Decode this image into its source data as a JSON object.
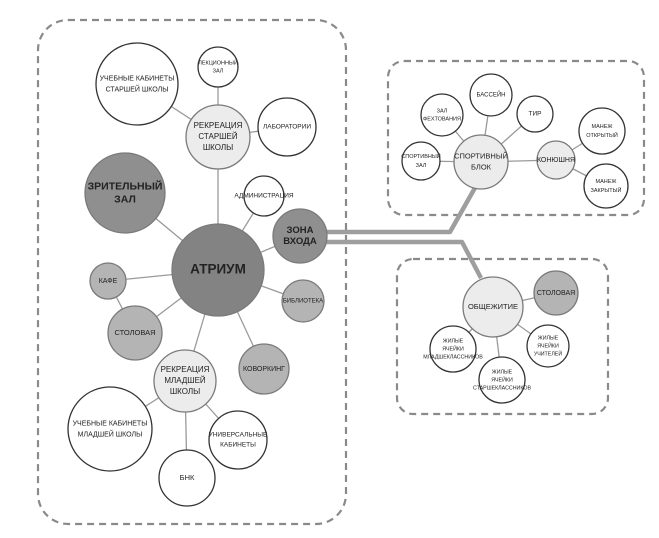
{
  "colors": {
    "white": "#ffffff",
    "light": "#ececec",
    "mid": "#b4b4b4",
    "dark": "#8f8f8f",
    "darkest": "#838383",
    "stroke": "#7a7a7a"
  },
  "nodes": [
    {
      "id": "atrium",
      "lines": [
        "АТРИУМ"
      ]
    },
    {
      "id": "zona-vhoda",
      "lines": [
        "ЗОНА",
        "ВХОДА"
      ]
    },
    {
      "id": "zritelny-zal",
      "lines": [
        "ЗРИТЕЛЬНЫЙ",
        "ЗАЛ"
      ]
    },
    {
      "id": "rekreaciya-starshey",
      "lines": [
        "РЕКРЕАЦИЯ",
        "СТАРШЕЙ",
        "ШКОЛЫ"
      ]
    },
    {
      "id": "uchebnye-starshey",
      "lines": [
        "УЧЕБНЫЕ КАБИНЕТЫ",
        "СТАРШЕЙ ШКОЛЫ"
      ]
    },
    {
      "id": "lekcionny-zal",
      "lines": [
        "ЛЕКЦИОННЫЙ",
        "ЗАЛ"
      ]
    },
    {
      "id": "laboratorii",
      "lines": [
        "ЛАБОРАТОРИИ"
      ]
    },
    {
      "id": "administraciya",
      "lines": [
        "АДМИНИСТРАЦИЯ"
      ]
    },
    {
      "id": "kafe",
      "lines": [
        "КАФЕ"
      ]
    },
    {
      "id": "stolovaya-school",
      "lines": [
        "СТОЛОВАЯ"
      ]
    },
    {
      "id": "biblioteka",
      "lines": [
        "БИБЛИОТЕКА"
      ]
    },
    {
      "id": "kovorking",
      "lines": [
        "КОВОРКИНГ"
      ]
    },
    {
      "id": "rekreaciya-mladshey",
      "lines": [
        "РЕКРЕАЦИЯ",
        "МЛАДШЕЙ",
        "ШКОЛЫ"
      ]
    },
    {
      "id": "uchebnye-mladshey",
      "lines": [
        "УЧЕБНЫЕ КАБИНЕТЫ",
        "МЛАДШЕЙ ШКОЛЫ"
      ]
    },
    {
      "id": "bnk",
      "lines": [
        "БНК"
      ]
    },
    {
      "id": "universalnye",
      "lines": [
        "УНИВЕРСАЛЬНЫЕ",
        "КАБИНЕТЫ"
      ]
    },
    {
      "id": "sportivny-blok",
      "lines": [
        "СПОРТИВНЫЙ",
        "БЛОК"
      ]
    },
    {
      "id": "zal-fehtovaniya",
      "lines": [
        "ЗАЛ",
        "ФЕХТОВАНИЯ"
      ]
    },
    {
      "id": "basseyn",
      "lines": [
        "БАССЕЙН"
      ]
    },
    {
      "id": "tir",
      "lines": [
        "ТИР"
      ]
    },
    {
      "id": "sportivny-zal",
      "lines": [
        "СПОРТИВНЫЙ",
        "ЗАЛ"
      ]
    },
    {
      "id": "konyushnya",
      "lines": [
        "КОНЮШНЯ"
      ]
    },
    {
      "id": "manezh-otkryty",
      "lines": [
        "МАНЕЖ",
        "ОТКРЫТЫЙ"
      ]
    },
    {
      "id": "manezh-zakryty",
      "lines": [
        "МАНЕЖ",
        "ЗАКРЫТЫЙ"
      ]
    },
    {
      "id": "obshchezhitie",
      "lines": [
        "ОБЩЕЖИТИЕ"
      ]
    },
    {
      "id": "stolovaya-dorm",
      "lines": [
        "СТОЛОВАЯ"
      ]
    },
    {
      "id": "yacheyki-mladshe",
      "lines": [
        "ЖИЛЫЕ",
        "ЯЧЕЙКИ",
        "МЛАДШЕКЛАССНИКОВ"
      ]
    },
    {
      "id": "yacheyki-starshe",
      "lines": [
        "ЖИЛЫЕ",
        "ЯЧЕЙКИ",
        "СТАРШЕКЛАССНИКОВ"
      ]
    },
    {
      "id": "yacheyki-uchiteley",
      "lines": [
        "ЖИЛЫЕ",
        "ЯЧЕЙКИ",
        "УЧИТЕЛЕЙ"
      ]
    }
  ],
  "links": [
    [
      "atrium",
      "zona-vhoda"
    ],
    [
      "atrium",
      "zritelny-zal"
    ],
    [
      "atrium",
      "rekreaciya-starshey"
    ],
    [
      "atrium",
      "administraciya"
    ],
    [
      "atrium",
      "kafe"
    ],
    [
      "atrium",
      "stolovaya-school"
    ],
    [
      "atrium",
      "biblioteka"
    ],
    [
      "atrium",
      "kovorking"
    ],
    [
      "atrium",
      "rekreaciya-mladshey"
    ],
    [
      "kafe",
      "stolovaya-school"
    ],
    [
      "rekreaciya-starshey",
      "uchebnye-starshey"
    ],
    [
      "rekreaciya-starshey",
      "lekcionny-zal"
    ],
    [
      "rekreaciya-starshey",
      "laboratorii"
    ],
    [
      "rekreaciya-mladshey",
      "uchebnye-mladshey"
    ],
    [
      "rekreaciya-mladshey",
      "bnk"
    ],
    [
      "rekreaciya-mladshey",
      "universalnye"
    ],
    [
      "sportivny-blok",
      "zal-fehtovaniya"
    ],
    [
      "sportivny-blok",
      "basseyn"
    ],
    [
      "sportivny-blok",
      "tir"
    ],
    [
      "sportivny-blok",
      "sportivny-zal"
    ],
    [
      "sportivny-blok",
      "konyushnya"
    ],
    [
      "konyushnya",
      "manezh-otkryty"
    ],
    [
      "konyushnya",
      "manezh-zakryty"
    ],
    [
      "obshchezhitie",
      "stolovaya-dorm"
    ],
    [
      "obshchezhitie",
      "yacheyki-mladshe"
    ],
    [
      "obshchezhitie",
      "yacheyki-starshe"
    ],
    [
      "obshchezhitie",
      "yacheyki-uchiteley"
    ]
  ]
}
